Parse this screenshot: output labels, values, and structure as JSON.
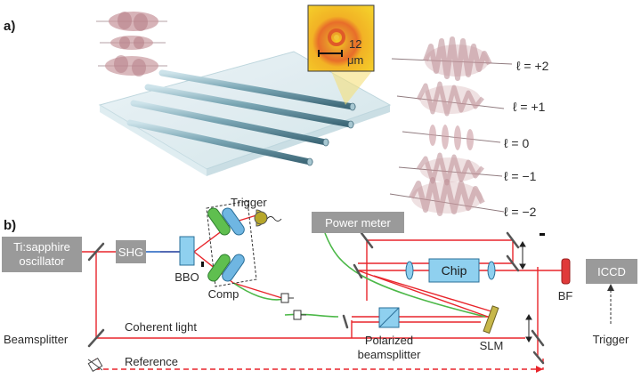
{
  "panel_a": {
    "label": "a)",
    "scale_value": "12",
    "scale_unit": "μm",
    "modes": [
      "ℓ = +2",
      "ℓ = +1",
      "ℓ = 0",
      "ℓ = −1",
      "ℓ = −2"
    ]
  },
  "panel_b": {
    "label": "b)",
    "boxes": {
      "oscillator_line1": "Ti:sapphire",
      "oscillator_line2": "oscillator",
      "shg": "SHG",
      "power_meter": "Power meter",
      "chip": "Chip",
      "iccd": "ICCD"
    },
    "labels": {
      "bbo": "BBO",
      "comp": "Comp",
      "trigger_top": "Trigger",
      "coherent_light": "Coherent light",
      "beamsplitter": "Beamsplitter",
      "reference": "Reference",
      "polarized_line1": "Polarized",
      "polarized_line2": "beamsplitter",
      "slm": "SLM",
      "bf": "BF",
      "trigger_bottom": "Trigger"
    }
  },
  "colors": {
    "beam_red": "#e8252b",
    "fiber_green": "#4cb848",
    "box_gray": "#9a9a9a",
    "chip_blue": "#8fd0ef",
    "pulse_pink": "#c99aa0"
  }
}
